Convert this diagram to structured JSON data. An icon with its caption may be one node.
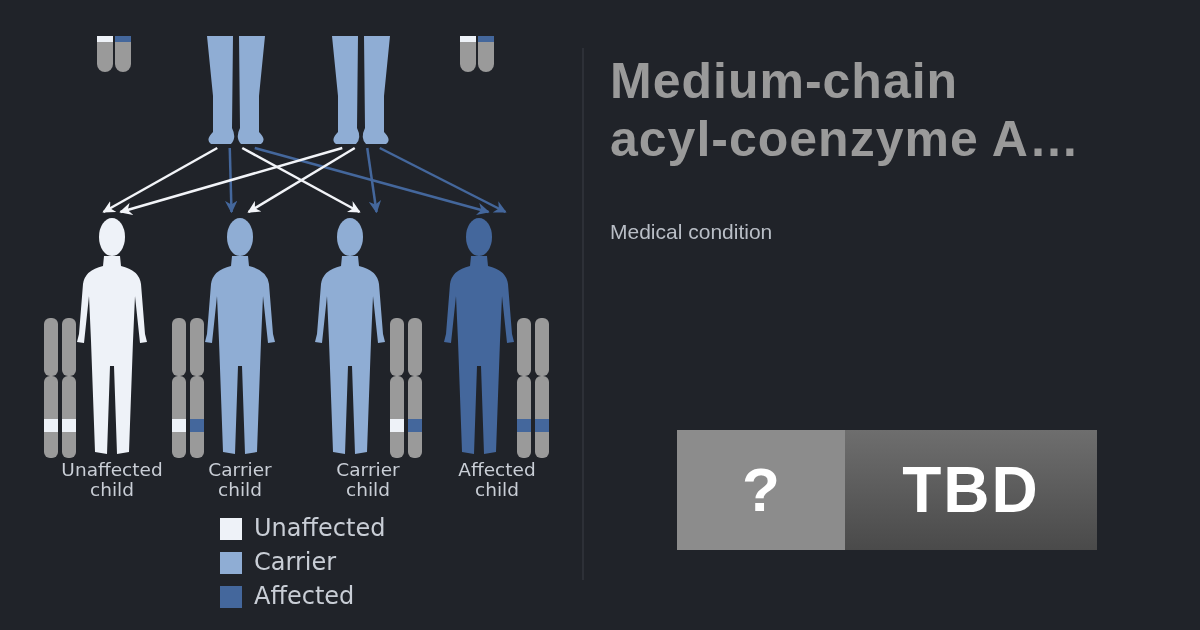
{
  "diagram": {
    "title": "Medium-chain acyl-coenzyme A…",
    "nodes": [
      {
        "text": [],
        "shape": "person"
      },
      {
        "text": [],
        "shape": "person"
      },
      {
        "text": [],
        "shape": "person",
        "beside": [
          "Unaffected child"
        ]
      },
      {
        "text": [],
        "shape": "person",
        "beside": [
          "Carrier child"
        ]
      },
      {
        "text": [],
        "shape": "person",
        "beside": [
          "Carrier child"
        ]
      },
      {
        "text": [],
        "shape": "person",
        "beside": [
          "Affected child"
        ]
      }
    ],
    "edges": [
      {
        "from": 0,
        "to": 2,
        "arrow": "to",
        "color": "#f2f4f8"
      },
      {
        "from": 0,
        "to": 3,
        "arrow": "to",
        "color": "#44679c"
      },
      {
        "from": 0,
        "to": 4,
        "arrow": "to",
        "color": "#f2f4f8"
      },
      {
        "from": 0,
        "to": 5,
        "arrow": "to",
        "color": "#44679c"
      },
      {
        "from": 1,
        "to": 2,
        "arrow": "to",
        "color": "#f2f4f8"
      },
      {
        "from": 1,
        "to": 3,
        "arrow": "to",
        "color": "#f2f4f8"
      },
      {
        "from": 1,
        "to": 4,
        "arrow": "to",
        "color": "#44679c"
      },
      {
        "from": 1,
        "to": 5,
        "arrow": "to",
        "color": "#44679c"
      }
    ],
    "labels": [
      "Medical condition",
      "?",
      "TBD"
    ],
    "legend": [
      {
        "text": "Unaffected",
        "color": "#eef2f8"
      },
      {
        "text": "Carrier",
        "color": "#8fadd4"
      },
      {
        "text": "Affected",
        "color": "#44679c"
      }
    ]
  }
}
